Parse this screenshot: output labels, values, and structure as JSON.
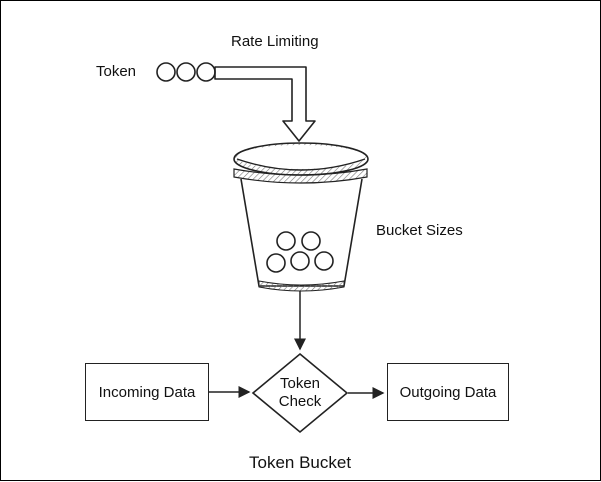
{
  "labels": {
    "rate_limiting": "Rate Limiting",
    "token": "Token",
    "bucket_sizes": "Bucket Sizes",
    "incoming_data": "Incoming Data",
    "token_check_line1": "Token",
    "token_check_line2": "Check",
    "outgoing_data": "Outgoing Data",
    "title": "Token Bucket"
  }
}
